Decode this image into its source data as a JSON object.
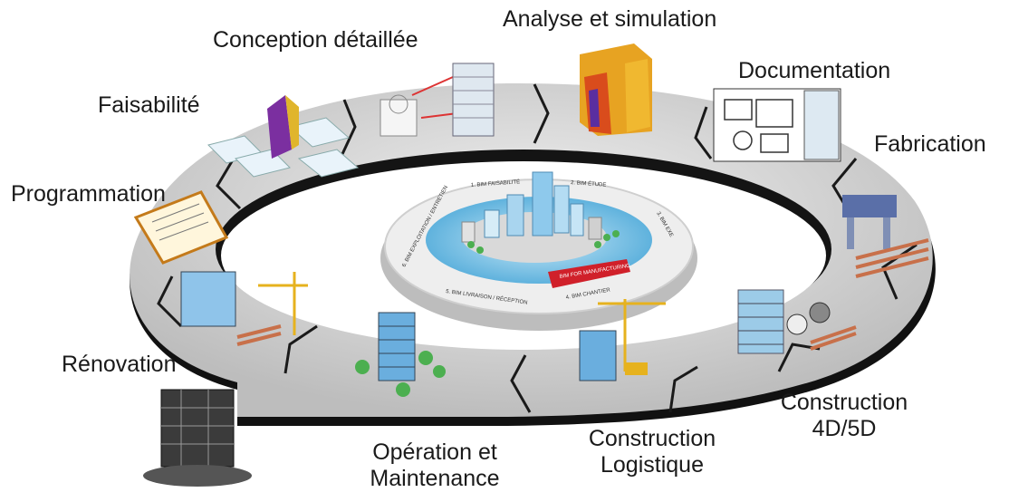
{
  "diagram": {
    "stages": {
      "faisabilite": "Faisabilité",
      "conception": "Conception détaillée",
      "analyse": "Analyse et simulation",
      "documentation": "Documentation",
      "fabrication": "Fabrication",
      "construction_4d5d": {
        "line1": "Construction",
        "line2": "4D/5D"
      },
      "construction_logistique": {
        "line1": "Construction",
        "line2": "Logistique"
      },
      "operation": {
        "line1": "Opération et",
        "line2": "Maintenance"
      },
      "renovation": "Rénovation",
      "programmation": "Programmation"
    },
    "hub": {
      "s1": "1. BIM FAISABILITÉ",
      "s2": "2. BIM ÉTUDE",
      "s3": "3. BIM EXE",
      "s4": "4. BIM CHANTIER",
      "s5": "5. BIM LIVRAISON / RÉCEPTION",
      "s6": "6. BIM EXPLOITATION / ENTRETIEN",
      "banner": "BIM FOR MANUFACTURING"
    },
    "colors": {
      "ring_top": "#cfcfcf",
      "ring_edge": "#111111",
      "hub_blue": "#7fc6e8",
      "banner_red": "#d0202a",
      "tower_blue": "#6aaede",
      "crane_yellow": "#e6b21e"
    }
  }
}
